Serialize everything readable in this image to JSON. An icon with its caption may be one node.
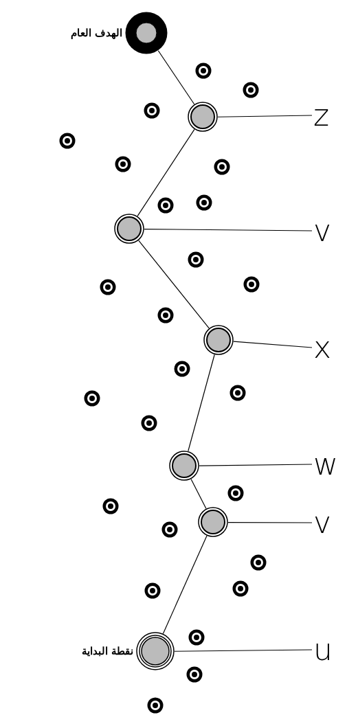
{
  "diagram": {
    "nodes": [
      {
        "text": [],
        "shape": "circle",
        "beside": [
          "الهدف العام"
        ]
      },
      {
        "text": [],
        "shape": "circle"
      },
      {
        "text": [],
        "shape": "circle"
      },
      {
        "text": [],
        "shape": "circle"
      },
      {
        "text": [],
        "shape": "circle"
      },
      {
        "text": [
          "z"
        ]
      },
      {
        "text": [],
        "shape": "circle"
      },
      {
        "text": [],
        "shape": "circle"
      },
      {
        "text": [],
        "shape": "circle"
      },
      {
        "text": [],
        "shape": "circle"
      },
      {
        "text": [],
        "shape": "circle"
      },
      {
        "text": [],
        "shape": "circle"
      },
      {
        "text": [
          "v"
        ]
      },
      {
        "text": [],
        "shape": "circle"
      },
      {
        "text": [],
        "shape": "circle"
      },
      {
        "text": [],
        "shape": "circle"
      },
      {
        "text": [],
        "shape": "circle"
      },
      {
        "text": [],
        "shape": "circle"
      },
      {
        "text": [
          "x"
        ]
      },
      {
        "text": [],
        "shape": "circle"
      },
      {
        "text": [],
        "shape": "circle"
      },
      {
        "text": [],
        "shape": "circle"
      },
      {
        "text": [],
        "shape": "circle"
      },
      {
        "text": [],
        "shape": "circle"
      },
      {
        "text": [
          "w"
        ]
      },
      {
        "text": [],
        "shape": "circle"
      },
      {
        "text": [],
        "shape": "circle"
      },
      {
        "text": [],
        "shape": "circle"
      },
      {
        "text": [],
        "shape": "circle"
      },
      {
        "text": [
          "v"
        ]
      },
      {
        "text": [],
        "shape": "circle"
      },
      {
        "text": [],
        "shape": "circle"
      },
      {
        "text": [],
        "shape": "circle"
      },
      {
        "text": [],
        "shape": "circle"
      },
      {
        "text": [],
        "shape": "circle",
        "beside": [
          "نقطة البداية"
        ]
      },
      {
        "text": [
          "u"
        ]
      },
      {
        "text": [],
        "shape": "circle"
      },
      {
        "text": [],
        "shape": "circle"
      }
    ],
    "edges": [
      {
        "from": 0,
        "to": 4,
        "arrow": "none"
      },
      {
        "from": 4,
        "to": 11,
        "arrow": "none"
      },
      {
        "from": 11,
        "to": 17,
        "arrow": "none"
      },
      {
        "from": 17,
        "to": 23,
        "arrow": "none"
      },
      {
        "from": 23,
        "to": 27,
        "arrow": "none"
      },
      {
        "from": 27,
        "to": 34,
        "arrow": "none"
      },
      {
        "from": 4,
        "to": 5,
        "arrow": "none"
      },
      {
        "from": 11,
        "to": 12,
        "arrow": "none"
      },
      {
        "from": 17,
        "to": 18,
        "arrow": "none"
      },
      {
        "from": 23,
        "to": 24,
        "arrow": "none"
      },
      {
        "from": 27,
        "to": 29,
        "arrow": "none"
      },
      {
        "from": 34,
        "to": 35,
        "arrow": "none"
      }
    ]
  }
}
